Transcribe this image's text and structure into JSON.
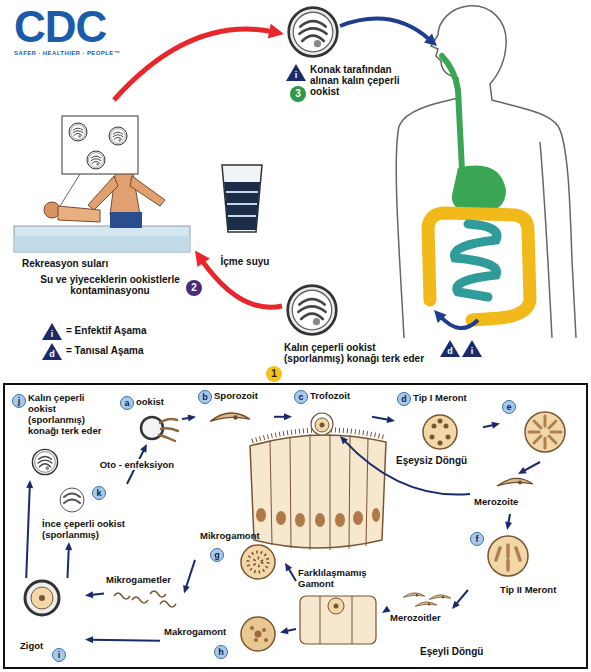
{
  "diagram": {
    "nodes": [
      {
        "text": [
          "Konak tarafından alınan kalın çeperli ookist"
        ]
      },
      {
        "text": [
          "Rekreasyon suları",
          "Su ve yiyeceklerin ookistlerle kontaminasyonu"
        ]
      },
      {
        "text": [
          "İçme suyu"
        ]
      },
      {
        "text": [
          "Kalın çeperli ookist (sporlanmış) konağı terk eder"
        ]
      },
      {
        "text": [
          "j",
          "Kalın çeperli ookist (sporlanmış) konağı terk eder"
        ]
      },
      {
        "text": [
          "a",
          "ookist"
        ]
      },
      {
        "text": [
          "b",
          "Sporozoit"
        ]
      },
      {
        "text": [
          "c",
          "Trofozoit"
        ]
      },
      {
        "text": [
          "d",
          "Tip I Meront"
        ]
      },
      {
        "text": [
          "e"
        ]
      },
      {
        "text": [
          "Merozoite"
        ]
      },
      {
        "text": [
          "f",
          "Tip II Meront"
        ]
      },
      {
        "text": [
          "Merozoitler"
        ]
      },
      {
        "text": [
          "Farklılaşmamış Gamont"
        ]
      },
      {
        "text": [
          "g",
          "Mikrogamont"
        ]
      },
      {
        "text": [
          "Mikrogametler"
        ]
      },
      {
        "text": [
          "h",
          "Makrogamont"
        ]
      },
      {
        "text": [
          "i",
          "Zigot"
        ]
      },
      {
        "text": [
          "k",
          "İnce çeperli ookist (sporlanmış)"
        ]
      }
    ],
    "edges": [
      {
        "from": 1,
        "to": 0,
        "arrow": "to"
      },
      {
        "from": 3,
        "to": 1,
        "arrow": "to"
      },
      {
        "from": 5,
        "to": 6,
        "arrow": "to"
      },
      {
        "from": 6,
        "to": 7,
        "arrow": "to"
      },
      {
        "from": 7,
        "to": 8,
        "arrow": "to"
      },
      {
        "from": 8,
        "to": 9,
        "arrow": "to"
      },
      {
        "from": 9,
        "to": 10,
        "arrow": "to"
      },
      {
        "from": 10,
        "to": 7,
        "arrow": "to"
      },
      {
        "from": 10,
        "to": 11,
        "arrow": "to"
      },
      {
        "from": 11,
        "to": 12,
        "arrow": "to"
      },
      {
        "from": 12,
        "to": 13,
        "arrow": "to"
      },
      {
        "from": 13,
        "to": 14,
        "arrow": "to"
      },
      {
        "from": 13,
        "to": 16,
        "arrow": "to"
      },
      {
        "from": 14,
        "to": 15,
        "arrow": "to"
      },
      {
        "from": 15,
        "to": 17,
        "arrow": "to"
      },
      {
        "from": 16,
        "to": 17,
        "arrow": "to"
      },
      {
        "from": 17,
        "to": 4,
        "arrow": "to"
      },
      {
        "from": 17,
        "to": 18,
        "arrow": "to"
      },
      {
        "from": 18,
        "to": 5,
        "label": "Oto - enfeksiyon",
        "arrow": "to"
      }
    ],
    "labels": [
      "CDC",
      "SAFER · HEALTHIER · PEOPLE™",
      "i",
      "3",
      "2",
      "d",
      "i",
      "1",
      "i",
      "d",
      "Eşeysiz Döngü",
      "Eşeyli Döngü"
    ],
    "legend": [
      {
        "text": "= Enfektif Aşama"
      },
      {
        "text": "= Tanısal Aşama"
      }
    ]
  }
}
